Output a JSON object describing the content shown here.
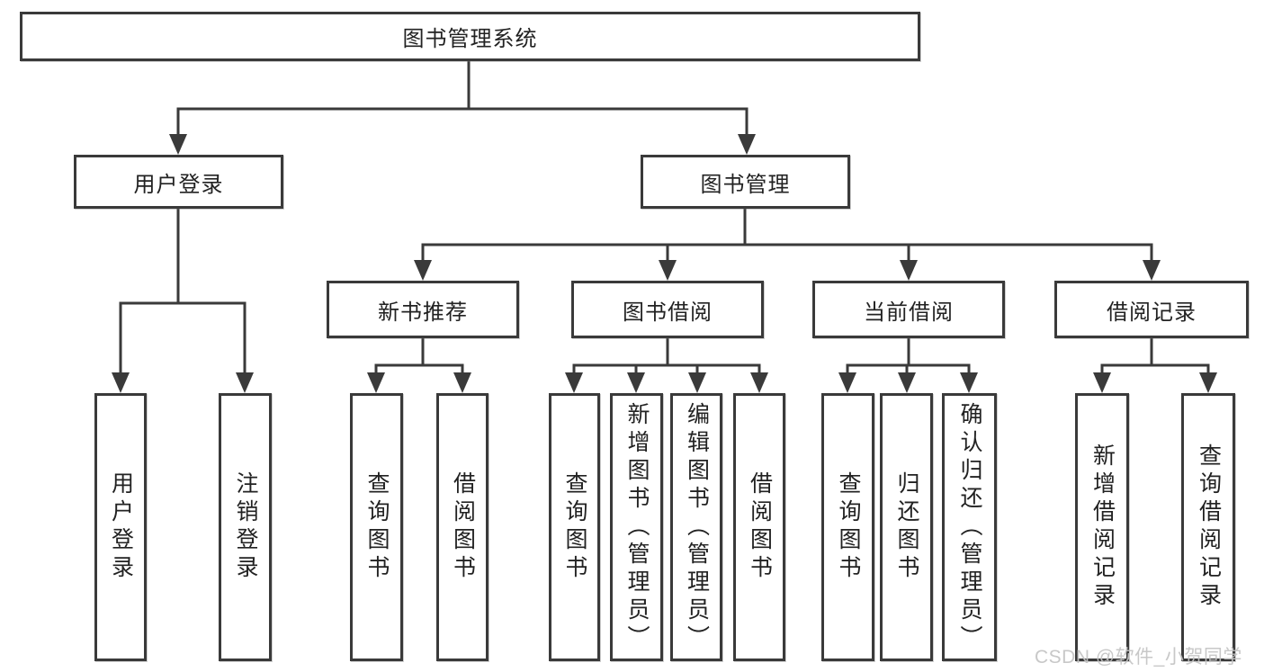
{
  "tree": {
    "root": {
      "label": "图书管理系统"
    },
    "branches": [
      {
        "label": "用户登录",
        "children": [
          {
            "label": "用户登录"
          },
          {
            "label": "注销登录"
          }
        ]
      },
      {
        "label": "图书管理",
        "children": [
          {
            "label": "新书推荐",
            "children": [
              {
                "label": "查询图书"
              },
              {
                "label": "借阅图书"
              }
            ]
          },
          {
            "label": "图书借阅",
            "children": [
              {
                "label": "查询图书"
              },
              {
                "label": "新增图书（管理员）"
              },
              {
                "label": "编辑图书（管理员）"
              },
              {
                "label": "借阅图书"
              }
            ]
          },
          {
            "label": "当前借阅",
            "children": [
              {
                "label": "查询图书"
              },
              {
                "label": "归还图书"
              },
              {
                "label": "确认归还（管理员）"
              }
            ]
          },
          {
            "label": "借阅记录",
            "children": [
              {
                "label": "新增借阅记录"
              },
              {
                "label": "查询借阅记录"
              }
            ]
          }
        ]
      }
    ]
  },
  "watermark": "CSDN @软件_小贺同学",
  "colors": {
    "line": "#3a3a3a",
    "text": "#222222",
    "background": "#ffffff",
    "watermark": "#c3c3c3"
  }
}
